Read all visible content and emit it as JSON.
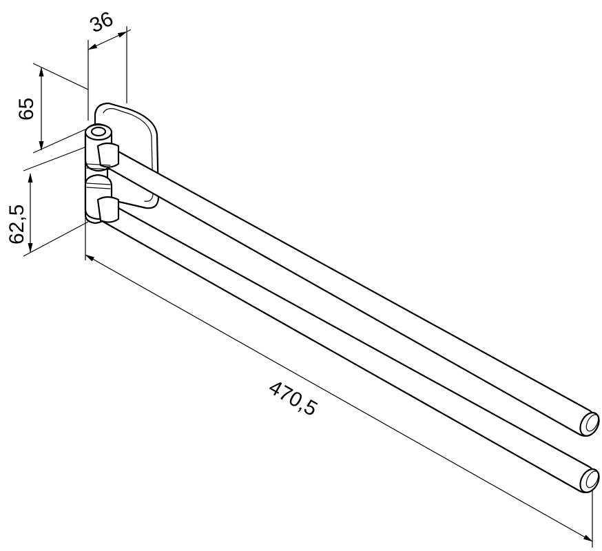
{
  "dimensions": {
    "depth": "36",
    "height_upper": "65",
    "height_lower": "62,5",
    "length": "470,5"
  },
  "colors": {
    "line": "#000000",
    "background": "#ffffff"
  }
}
